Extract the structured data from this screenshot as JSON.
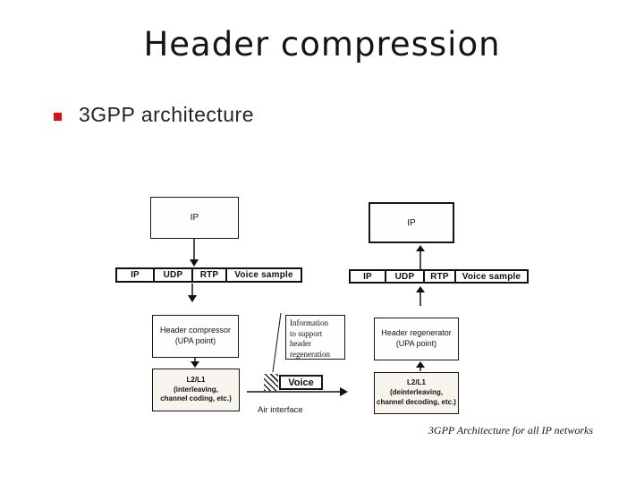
{
  "slide": {
    "title": "Header compression",
    "bullet": "3GPP architecture",
    "footer": "3GPP Architecture for all IP networks"
  },
  "colors": {
    "bullet_red": "#dd1111",
    "line_black": "#111111",
    "box_bg": "#fefefc"
  },
  "diagram": {
    "sender": {
      "ip_label": "IP",
      "packet_fields": [
        "IP",
        "UDP",
        "RTP",
        "Voice sample"
      ],
      "compressor_line1": "Header compressor",
      "compressor_line2": "(UPA point)",
      "l2l1_line1": "L2/L1",
      "l2l1_line2": "(interleaving,",
      "l2l1_line3": "channel coding, etc.)"
    },
    "receiver": {
      "ip_label": "IP",
      "packet_fields": [
        "IP",
        "UDP",
        "RTP",
        "Voice sample"
      ],
      "regenerator_line1": "Header regenerator",
      "regenerator_line2": "(UPA point)",
      "l2l1_line1": "L2/L1",
      "l2l1_line2": "(deinterleaving,",
      "l2l1_line3": "channel decoding, etc.)"
    },
    "info_note": {
      "line1": "Information",
      "line2": "to support",
      "line3": "header",
      "line4": "regeneration"
    },
    "voice_label": "Voice",
    "air_interface_label": "Air interface"
  }
}
